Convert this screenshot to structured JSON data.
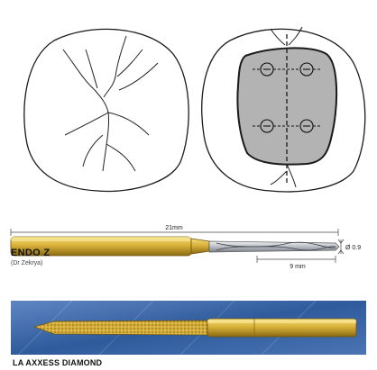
{
  "endo_z": {
    "name": "ENDO Z",
    "credit": "(Dr Zekrya)",
    "total_length": "21mm",
    "tip_length": "9 mm",
    "diameter": "Ø 0.9"
  },
  "la_axxess": {
    "name": "LA AXXESS DIAMOND"
  },
  "colors": {
    "outline": "#1a1a1a",
    "access_fill": "#b3b3b3",
    "gold": "#d9b23a",
    "gold_dark": "#9a7a17",
    "steel": "#c9ccd1",
    "blue_bg": "#3f6aa8"
  }
}
